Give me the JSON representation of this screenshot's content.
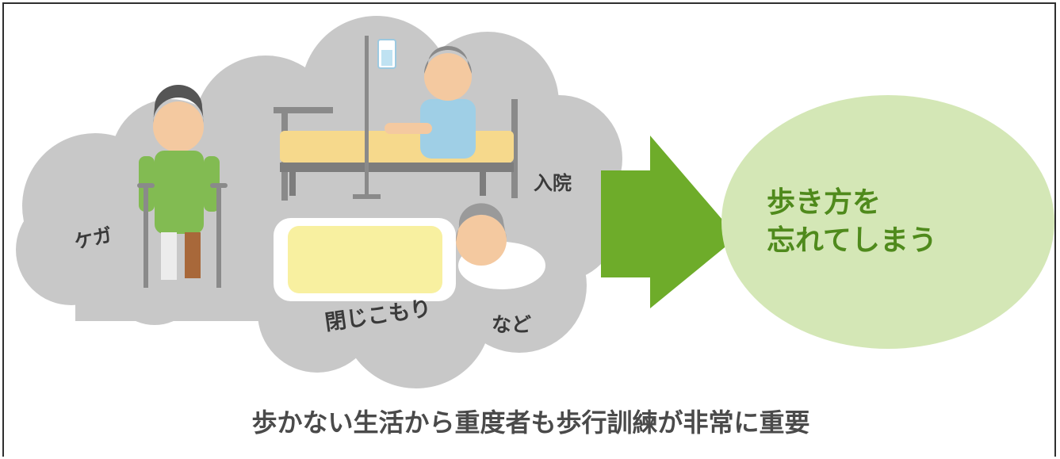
{
  "clouds": {
    "injury_label": "ケガ",
    "hospital_label": "入院",
    "seclusion_label": "閉じこもり",
    "etc_label": "など"
  },
  "result": {
    "line1": "歩き方を",
    "line2": "忘れてしまう"
  },
  "caption": "歩かない生活から重度者も歩行訓練が非常に重要",
  "colors": {
    "cloud": "#c8c8c8",
    "arrow": "#6eac2a",
    "result_circle": "#d4e7b6",
    "result_text": "#4f8a1c",
    "caption_text": "#4a4a4a"
  }
}
